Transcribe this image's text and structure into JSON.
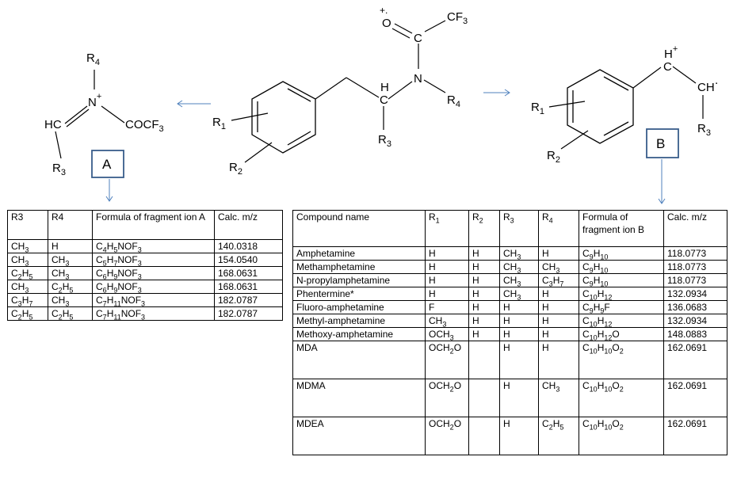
{
  "scheme": {
    "labels": {
      "r4_top": "R",
      "r4_top_sub": "4",
      "n_plus": "N",
      "plus": "+",
      "hc": "HC",
      "cocf3": "COCF",
      "cocf3_sub": "3",
      "r3_a": "R",
      "r3_a_sub": "3",
      "box_a": "A",
      "box_b": "B",
      "radical_cation": "+.",
      "o": "O",
      "cf3": "CF",
      "cf3_sub": "3",
      "c_carbonyl": "C",
      "n_amide": "N",
      "r4_amide": "R",
      "r4_amide_sub": "4",
      "h_ch": "H",
      "c_ch": "C",
      "r3_center": "R",
      "r3_center_sub": "3",
      "r1_center": "R",
      "r1_center_sub": "1",
      "r2_center": "R",
      "r2_center_sub": "2",
      "h_plus_b": "H",
      "plus_b": "+",
      "c_b1": "C",
      "ch_radical": "CH",
      "dot": "·",
      "r3_b": "R",
      "r3_b_sub": "3",
      "r1_b": "R",
      "r1_b_sub": "1",
      "r2_b": "R",
      "r2_b_sub": "2"
    }
  },
  "table_a": {
    "headers": [
      "R3",
      "R4",
      "Formula of fragment ion A",
      "Calc. m/z"
    ],
    "rows": [
      {
        "r3": [
          "CH",
          "3",
          ""
        ],
        "r4": [
          "H",
          "",
          ""
        ],
        "formula": [
          [
            "C",
            ""
          ],
          [
            "4",
            true
          ],
          [
            "H",
            ""
          ],
          [
            "5",
            true
          ],
          [
            "NOF",
            ""
          ],
          [
            "3",
            true
          ]
        ],
        "mz": "140.0318"
      },
      {
        "r3": [
          "CH",
          "3",
          ""
        ],
        "r4": [
          "CH",
          "3",
          ""
        ],
        "formula": [
          [
            "C",
            ""
          ],
          [
            "5",
            true
          ],
          [
            "H",
            ""
          ],
          [
            "7",
            true
          ],
          [
            "NOF",
            ""
          ],
          [
            "3",
            true
          ]
        ],
        "mz": "154.0540"
      },
      {
        "r3": [
          "C",
          "2",
          "H",
          "5"
        ],
        "r4": [
          "CH",
          "3",
          ""
        ],
        "formula": [
          [
            "C",
            ""
          ],
          [
            "6",
            true
          ],
          [
            "H",
            ""
          ],
          [
            "9",
            true
          ],
          [
            "NOF",
            ""
          ],
          [
            "3",
            true
          ]
        ],
        "mz": "168.0631"
      },
      {
        "r3": [
          "CH",
          "3",
          ""
        ],
        "r4": [
          "C",
          "2",
          "H",
          "5"
        ],
        "formula": [
          [
            "C",
            ""
          ],
          [
            "6",
            true
          ],
          [
            "H",
            ""
          ],
          [
            "9",
            true
          ],
          [
            "NOF",
            ""
          ],
          [
            "3",
            true
          ]
        ],
        "mz": "168.0631"
      },
      {
        "r3": [
          "C",
          "3",
          "H",
          "7"
        ],
        "r4": [
          "CH",
          "3",
          ""
        ],
        "formula": [
          [
            "C",
            ""
          ],
          [
            "7",
            true
          ],
          [
            "H",
            ""
          ],
          [
            "11",
            true
          ],
          [
            "NOF",
            ""
          ],
          [
            "3",
            true
          ]
        ],
        "mz": "182.0787"
      },
      {
        "r3": [
          "C",
          "2",
          "H",
          "5"
        ],
        "r4": [
          "C",
          "2",
          "H",
          "5"
        ],
        "formula": [
          [
            "C",
            ""
          ],
          [
            "7",
            true
          ],
          [
            "H",
            ""
          ],
          [
            "11",
            true
          ],
          [
            "NOF",
            ""
          ],
          [
            "3",
            true
          ]
        ],
        "mz": "182.0787"
      }
    ]
  },
  "table_b": {
    "headers": [
      "Compound name",
      "R1",
      "R2",
      "R3",
      "R4",
      "Formula of fragment ion B",
      "Calc. m/z"
    ],
    "rows": [
      {
        "name": "Amphetamine",
        "r1": [
          [
            "H",
            false
          ]
        ],
        "r2": [
          [
            "H",
            false
          ]
        ],
        "r3": [
          [
            "CH",
            false
          ],
          [
            "3",
            true
          ]
        ],
        "r4": [
          [
            "H",
            false
          ]
        ],
        "formula": [
          [
            "C",
            false
          ],
          [
            "9",
            true
          ],
          [
            "H",
            false
          ],
          [
            "10",
            true
          ]
        ],
        "mz": "118.0773"
      },
      {
        "name": "Methamphetamine",
        "r1": [
          [
            "H",
            false
          ]
        ],
        "r2": [
          [
            "H",
            false
          ]
        ],
        "r3": [
          [
            "CH",
            false
          ],
          [
            "3",
            true
          ]
        ],
        "r4": [
          [
            "CH",
            false
          ],
          [
            "3",
            true
          ]
        ],
        "formula": [
          [
            "C",
            false
          ],
          [
            "9",
            true
          ],
          [
            "H",
            false
          ],
          [
            "10",
            true
          ]
        ],
        "mz": "118.0773"
      },
      {
        "name": "N-propylamphetamine",
        "r1": [
          [
            "H",
            false
          ]
        ],
        "r2": [
          [
            "H",
            false
          ]
        ],
        "r3": [
          [
            "CH",
            false
          ],
          [
            "3",
            true
          ]
        ],
        "r4": [
          [
            "C",
            false
          ],
          [
            "3",
            true
          ],
          [
            "H",
            false
          ],
          [
            "7",
            true
          ]
        ],
        "formula": [
          [
            "C",
            false
          ],
          [
            "9",
            true
          ],
          [
            "H",
            false
          ],
          [
            "10",
            true
          ]
        ],
        "mz": "118.0773"
      },
      {
        "name": "Phentermine*",
        "r1": [
          [
            "H",
            false
          ]
        ],
        "r2": [
          [
            "H",
            false
          ]
        ],
        "r3": [
          [
            "CH",
            false
          ],
          [
            "3",
            true
          ]
        ],
        "r4": [
          [
            "H",
            false
          ]
        ],
        "formula": [
          [
            "C",
            false
          ],
          [
            "10",
            true
          ],
          [
            "H",
            false
          ],
          [
            "12",
            true
          ]
        ],
        "mz": "132.0934"
      },
      {
        "name": "Fluoro-amphetamine",
        "r1": [
          [
            "F",
            false
          ]
        ],
        "r2": [
          [
            "H",
            false
          ]
        ],
        "r3": [
          [
            "H",
            false
          ]
        ],
        "r4": [
          [
            "H",
            false
          ]
        ],
        "formula": [
          [
            "C",
            false
          ],
          [
            "9",
            true
          ],
          [
            "H",
            false
          ],
          [
            "9",
            true
          ],
          [
            "F",
            false
          ]
        ],
        "mz": "136.0683"
      },
      {
        "name": "Methyl-amphetamine",
        "r1": [
          [
            "CH",
            false
          ],
          [
            "3",
            true
          ]
        ],
        "r2": [
          [
            "H",
            false
          ]
        ],
        "r3": [
          [
            "H",
            false
          ]
        ],
        "r4": [
          [
            "H",
            false
          ]
        ],
        "formula": [
          [
            "C",
            false
          ],
          [
            "10",
            true
          ],
          [
            "H",
            false
          ],
          [
            "12",
            true
          ]
        ],
        "mz": "132.0934"
      },
      {
        "name": "Methoxy-amphetamine",
        "r1": [
          [
            "OCH",
            false
          ],
          [
            "3",
            true
          ]
        ],
        "r2": [
          [
            "H",
            false
          ]
        ],
        "r3": [
          [
            "H",
            false
          ]
        ],
        "r4": [
          [
            "H",
            false
          ]
        ],
        "formula": [
          [
            "C",
            false
          ],
          [
            "10",
            true
          ],
          [
            "H",
            false
          ],
          [
            "12",
            true
          ],
          [
            "O",
            false
          ]
        ],
        "mz": "148.0883"
      },
      {
        "name": "MDA",
        "r1": [
          [
            "OCH",
            false
          ],
          [
            "2",
            true
          ],
          [
            "O",
            false
          ]
        ],
        "r2": [],
        "r3": [
          [
            "H",
            false
          ]
        ],
        "r4": [
          [
            "H",
            false
          ]
        ],
        "formula": [
          [
            "C",
            false
          ],
          [
            "10",
            true
          ],
          [
            "H",
            false
          ],
          [
            "10",
            true
          ],
          [
            "O",
            false
          ],
          [
            "2",
            true
          ]
        ],
        "mz": "162.0691",
        "tall": true
      },
      {
        "name": "MDMA",
        "r1": [
          [
            "OCH",
            false
          ],
          [
            "2",
            true
          ],
          [
            "O",
            false
          ]
        ],
        "r2": [],
        "r3": [
          [
            "H",
            false
          ]
        ],
        "r4": [
          [
            "CH",
            false
          ],
          [
            "3",
            true
          ]
        ],
        "formula": [
          [
            "C",
            false
          ],
          [
            "10",
            true
          ],
          [
            "H",
            false
          ],
          [
            "10",
            true
          ],
          [
            "O",
            false
          ],
          [
            "2",
            true
          ]
        ],
        "mz": "162.0691",
        "tall": true
      },
      {
        "name": "MDEA",
        "r1": [
          [
            "OCH",
            false
          ],
          [
            "2",
            true
          ],
          [
            "O",
            false
          ]
        ],
        "r2": [],
        "r3": [
          [
            "H",
            false
          ]
        ],
        "r4": [
          [
            "C",
            false
          ],
          [
            "2",
            true
          ],
          [
            "H",
            false
          ],
          [
            "5",
            true
          ]
        ],
        "formula": [
          [
            "C",
            false
          ],
          [
            "10",
            true
          ],
          [
            "H",
            false
          ],
          [
            "10",
            true
          ],
          [
            "O",
            false
          ],
          [
            "2",
            true
          ]
        ],
        "mz": "162.0691",
        "tall": true
      }
    ]
  },
  "colors": {
    "arrow": "#4f81bd",
    "box_border": "#385d8a"
  }
}
